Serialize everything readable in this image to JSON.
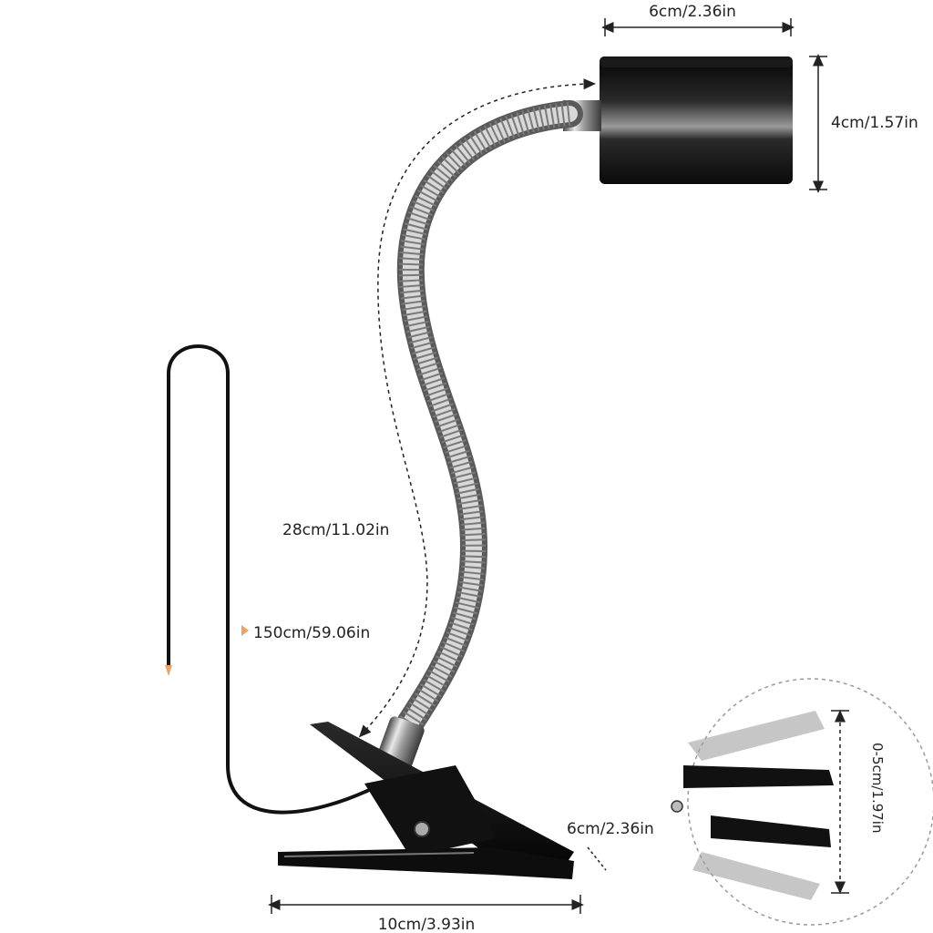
{
  "dimensions": {
    "head_width": "6cm/2.36in",
    "head_height": "4cm/1.57in",
    "gooseneck_length": "28cm/11.02in",
    "cable_length": "150cm/59.06in",
    "clip_depth": "6cm/2.36in",
    "clip_length": "10cm/3.93in",
    "clip_opening": "0-5cm/1.97in"
  },
  "colors": {
    "lamp_body": "#111111",
    "chrome": "#b8b8b8",
    "cable": "#111111",
    "accent_marker": "#f0a060",
    "dimension_line": "#222222"
  }
}
